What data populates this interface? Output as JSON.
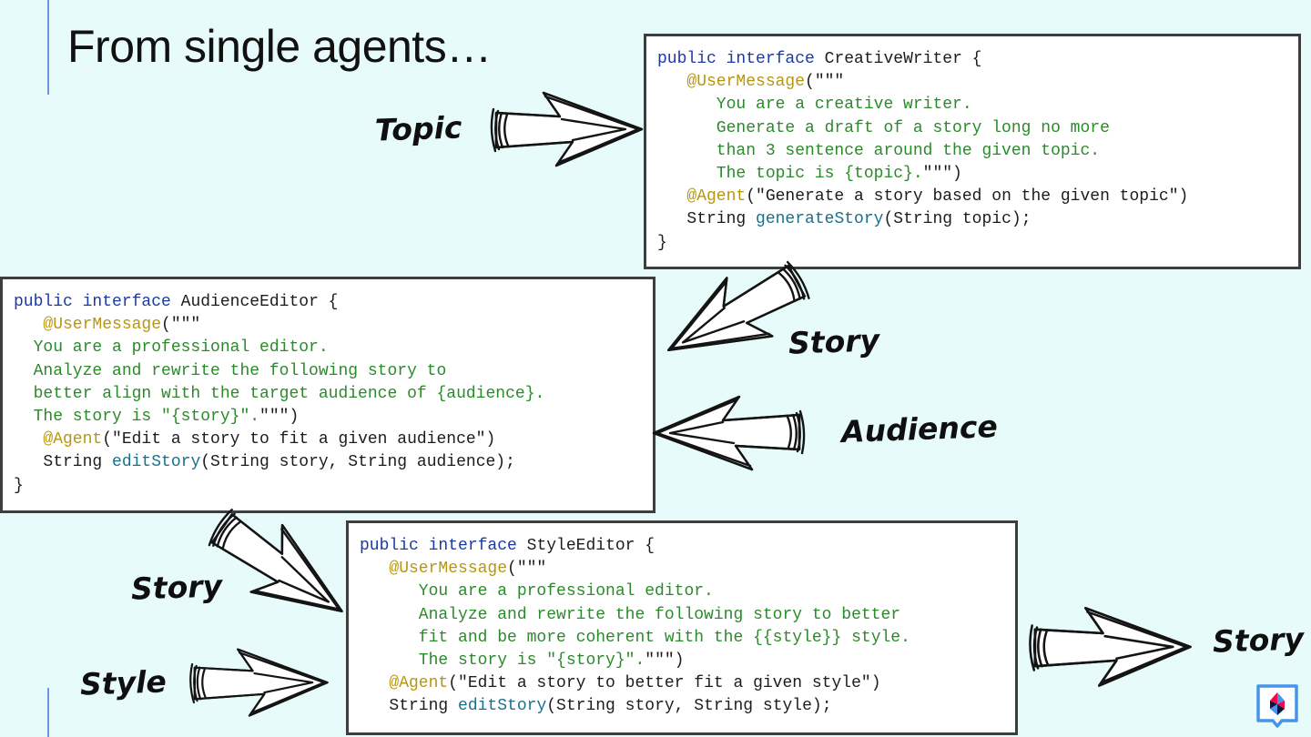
{
  "slide": {
    "title": "From single agents…",
    "labels": {
      "topic": "Topic",
      "story_1": "Story",
      "audience": "Audience",
      "story_2": "Story",
      "style": "Style",
      "story_3": "Story"
    }
  },
  "creative_writer": {
    "lines": [
      [
        {
          "t": "public ",
          "c": "kw"
        },
        {
          "t": "interface ",
          "c": "kw"
        },
        {
          "t": "CreativeWriter {",
          "c": "pl"
        }
      ],
      [
        {
          "t": "   ",
          "c": "pl"
        },
        {
          "t": "@UserMessage",
          "c": "ann"
        },
        {
          "t": "(\"\"\"",
          "c": "pl"
        }
      ],
      [
        {
          "t": "      You are a creative writer.",
          "c": "str"
        }
      ],
      [
        {
          "t": "      Generate a draft of a story long no more",
          "c": "str"
        }
      ],
      [
        {
          "t": "      than 3 sentence around the given topic.",
          "c": "str"
        }
      ],
      [
        {
          "t": "      The topic is {topic}.",
          "c": "str"
        },
        {
          "t": "\"\"\")",
          "c": "pl"
        }
      ],
      [
        {
          "t": "   ",
          "c": "pl"
        },
        {
          "t": "@Agent",
          "c": "ann"
        },
        {
          "t": "(\"Generate a story based on the given topic\")",
          "c": "pl"
        }
      ],
      [
        {
          "t": "   String ",
          "c": "pl"
        },
        {
          "t": "generateStory",
          "c": "fn"
        },
        {
          "t": "(String topic);",
          "c": "pl"
        }
      ],
      [
        {
          "t": "}",
          "c": "pl"
        }
      ]
    ]
  },
  "audience_editor": {
    "lines": [
      [
        {
          "t": "public ",
          "c": "kw"
        },
        {
          "t": "interface ",
          "c": "kw"
        },
        {
          "t": "AudienceEditor {",
          "c": "pl"
        }
      ],
      [
        {
          "t": "   ",
          "c": "pl"
        },
        {
          "t": "@UserMessage",
          "c": "ann"
        },
        {
          "t": "(\"\"\"",
          "c": "pl"
        }
      ],
      [
        {
          "t": "  You are a professional editor.",
          "c": "str"
        }
      ],
      [
        {
          "t": "  Analyze and rewrite the following story to",
          "c": "str"
        }
      ],
      [
        {
          "t": "  better align with the target audience of {audience}.",
          "c": "str"
        }
      ],
      [
        {
          "t": "  The story is \"{story}\".",
          "c": "str"
        },
        {
          "t": "\"\"\")",
          "c": "pl"
        }
      ],
      [
        {
          "t": "   ",
          "c": "pl"
        },
        {
          "t": "@Agent",
          "c": "ann"
        },
        {
          "t": "(\"Edit a story to fit a given audience\")",
          "c": "pl"
        }
      ],
      [
        {
          "t": "   String ",
          "c": "pl"
        },
        {
          "t": "editStory",
          "c": "fn"
        },
        {
          "t": "(String story, String audience);",
          "c": "pl"
        }
      ],
      [
        {
          "t": "}",
          "c": "pl"
        }
      ]
    ]
  },
  "style_editor": {
    "lines": [
      [
        {
          "t": "public ",
          "c": "kw"
        },
        {
          "t": "interface ",
          "c": "kw"
        },
        {
          "t": "StyleEditor {",
          "c": "pl"
        }
      ],
      [
        {
          "t": "   ",
          "c": "pl"
        },
        {
          "t": "@UserMessage",
          "c": "ann"
        },
        {
          "t": "(\"\"\"",
          "c": "pl"
        }
      ],
      [
        {
          "t": "      You are a professional editor.",
          "c": "str"
        }
      ],
      [
        {
          "t": "      Analyze and rewrite the following story to better",
          "c": "str"
        }
      ],
      [
        {
          "t": "      fit and be more coherent with the {{style}} style.",
          "c": "str"
        }
      ],
      [
        {
          "t": "      The story is \"{story}\".",
          "c": "str"
        },
        {
          "t": "\"\"\")",
          "c": "pl"
        }
      ],
      [
        {
          "t": "   ",
          "c": "pl"
        },
        {
          "t": "@Agent",
          "c": "ann"
        },
        {
          "t": "(\"Edit a story to better fit a given style\")",
          "c": "pl"
        }
      ],
      [
        {
          "t": "   String ",
          "c": "pl"
        },
        {
          "t": "editStory",
          "c": "fn"
        },
        {
          "t": "(String story, String style);",
          "c": "pl"
        }
      ]
    ]
  },
  "colors": {
    "background": "#e8fbfb",
    "keyword": "#1c3aa3",
    "annotation": "#b8960f",
    "string": "#2b8a2b",
    "method": "#1c6f8a",
    "rule": "#6f95de"
  },
  "icons": [
    "hand-drawn-arrow-icon",
    "quarkus-logo-icon"
  ]
}
